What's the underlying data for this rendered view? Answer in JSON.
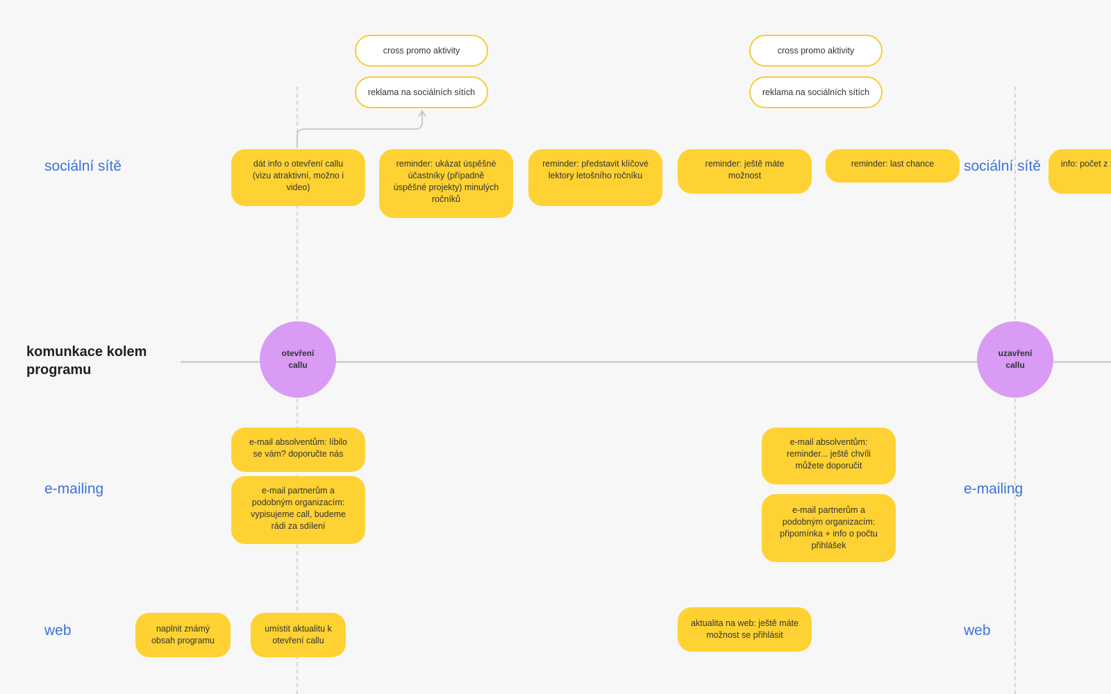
{
  "main_label": "komunkace kolem programu",
  "lanes": {
    "social": "sociální sítě",
    "emailing": "e-mailing",
    "web": "web"
  },
  "milestones": {
    "open": "otevření callu",
    "close": "uzavření callu"
  },
  "top_pills": {
    "left_cross": "cross promo aktivity",
    "left_ads": "reklama na sociálních sítích",
    "right_cross": "cross promo aktivity",
    "right_ads": "reklama na sociálních sítích"
  },
  "social_notes": [
    "dát info o otevření callu (vizu atraktivní, možno i video)",
    "reminder: ukázat úspěšné účastníky (případně úspěšné projekty) minulých ročníků",
    "reminder: představit klíčové lektory letošního ročníku",
    "reminder: ještě máte možnost",
    "reminder: last chance",
    "info: počet z zemí, odku"
  ],
  "email_notes": [
    "e-mail absolventům: líbilo se vám? doporučte nás",
    "e-mail partnerům a podobným organizacím: vypisujeme call, budeme rádi za sdílení",
    "e-mail absolventům: reminder... ještě chvíli můžete doporučit",
    "e-mail partnerům a podobným organizacím: připomínka + info o počtu přihlášek"
  ],
  "web_notes": [
    "naplnit známý obsah programu",
    "umístit aktualitu k otevření callu",
    "aktualita na web: ještě máte možnost se přihlásit"
  ],
  "colors": {
    "sticky": "#ffd233",
    "milestone": "#d99bf4",
    "lane_label": "#3b72d9",
    "pill_border": "#f4cd3b",
    "background": "#f7f7f7"
  }
}
